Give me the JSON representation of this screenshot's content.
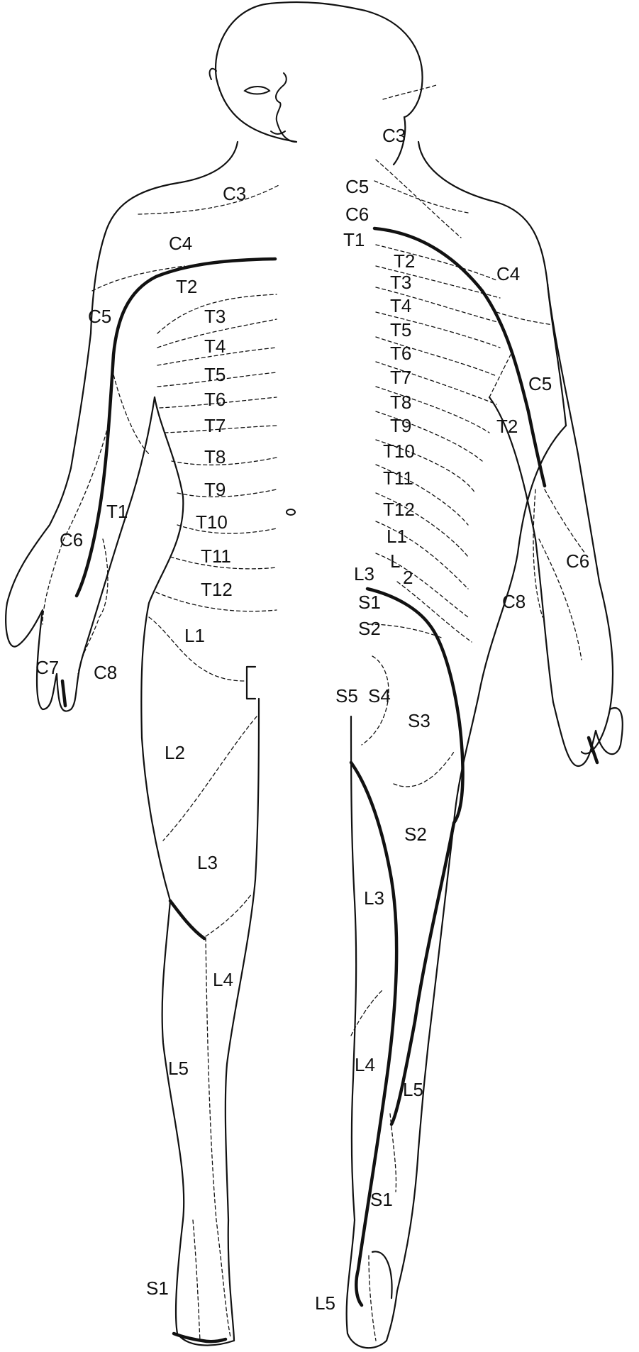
{
  "figure": {
    "line_color": "#111111",
    "background": "#ffffff"
  },
  "labels": {
    "front": {
      "neck_c3": "C3",
      "shoulder_c4": "C4",
      "arm_c5": "C5",
      "chest_t2": "T2",
      "t3": "T3",
      "t4": "T4",
      "t5": "T5",
      "t6": "T6",
      "t7": "T7",
      "t8": "T8",
      "t9": "T9",
      "t10": "T10",
      "t11": "T11",
      "t12": "T12",
      "forearm_t1": "T1",
      "forearm_c6": "C6",
      "hand_c7": "C7",
      "hand_c8": "C8",
      "groin_l1": "L1",
      "thigh_l2": "L2",
      "knee_l3": "L3",
      "shin_l4": "L4",
      "shin_l5": "L5",
      "foot_s1": "S1"
    },
    "back": {
      "head_c3": "C3",
      "neck_c5": "C5",
      "neck_c6": "C6",
      "neck_t1": "T1",
      "t2": "T2",
      "t3": "T3",
      "t4": "T4",
      "t5": "T5",
      "t6": "T6",
      "t7": "T7",
      "t8": "T8",
      "t9": "T9",
      "t10": "T10",
      "t11": "T11",
      "t12": "T12",
      "l1": "L1",
      "l2_a": "L",
      "l2_b": "2",
      "l3": "L3",
      "s1": "S1",
      "s2": "S2",
      "s5": "S5",
      "s4": "S4",
      "s3": "S3",
      "shoulder_c4": "C4",
      "arm_c5": "C5",
      "arm_t2": "T2",
      "forearm_c6": "C6",
      "forearm_c8": "C8",
      "thigh_s2": "S2",
      "thigh_l3": "L3",
      "calf_l4": "L4",
      "calf_l5": "L5",
      "calf_s1": "S1",
      "heel_l5": "L5"
    }
  }
}
